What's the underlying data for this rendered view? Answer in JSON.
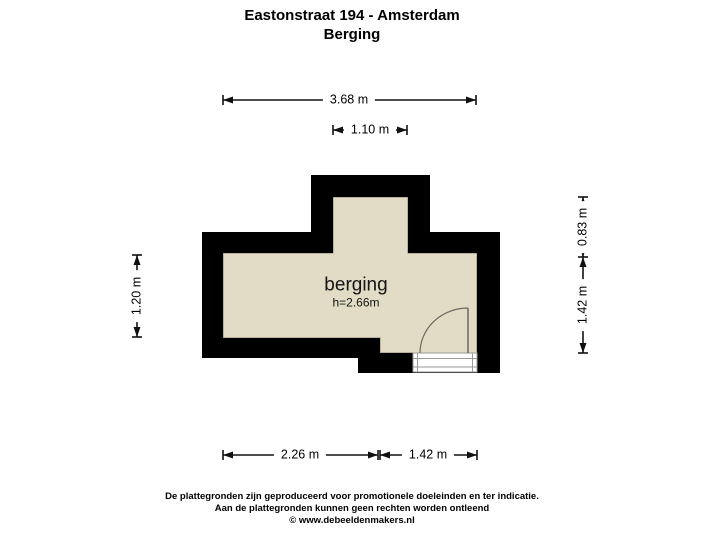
{
  "title": {
    "line1": "Eastonstraat 194 - Amsterdam",
    "line2": "Berging"
  },
  "room": {
    "name": "berging",
    "height": "h=2.66m"
  },
  "dimensions": {
    "top_total": "3.68 m",
    "top_recess": "1.10 m",
    "left_height": "1.20 m",
    "right_upper_height": "0.83 m",
    "right_lower_height": "1.42 m",
    "bottom_left_width": "2.26 m",
    "bottom_right_width": "1.42 m"
  },
  "colors": {
    "wall": "#000000",
    "floor": "#E2DBC6",
    "floor_outline": "#8B8574",
    "door": "#6B675C",
    "dimension": "#111111",
    "background": "#FFFFFF"
  },
  "footer": {
    "line1": "De plattegronden zijn geproduceerd voor promotionele doeleinden en ter indicatie.",
    "line2": "Aan de plattegronden kunnen geen rechten worden ontleend",
    "line3": "© www.debeeldenmakers.nl"
  }
}
